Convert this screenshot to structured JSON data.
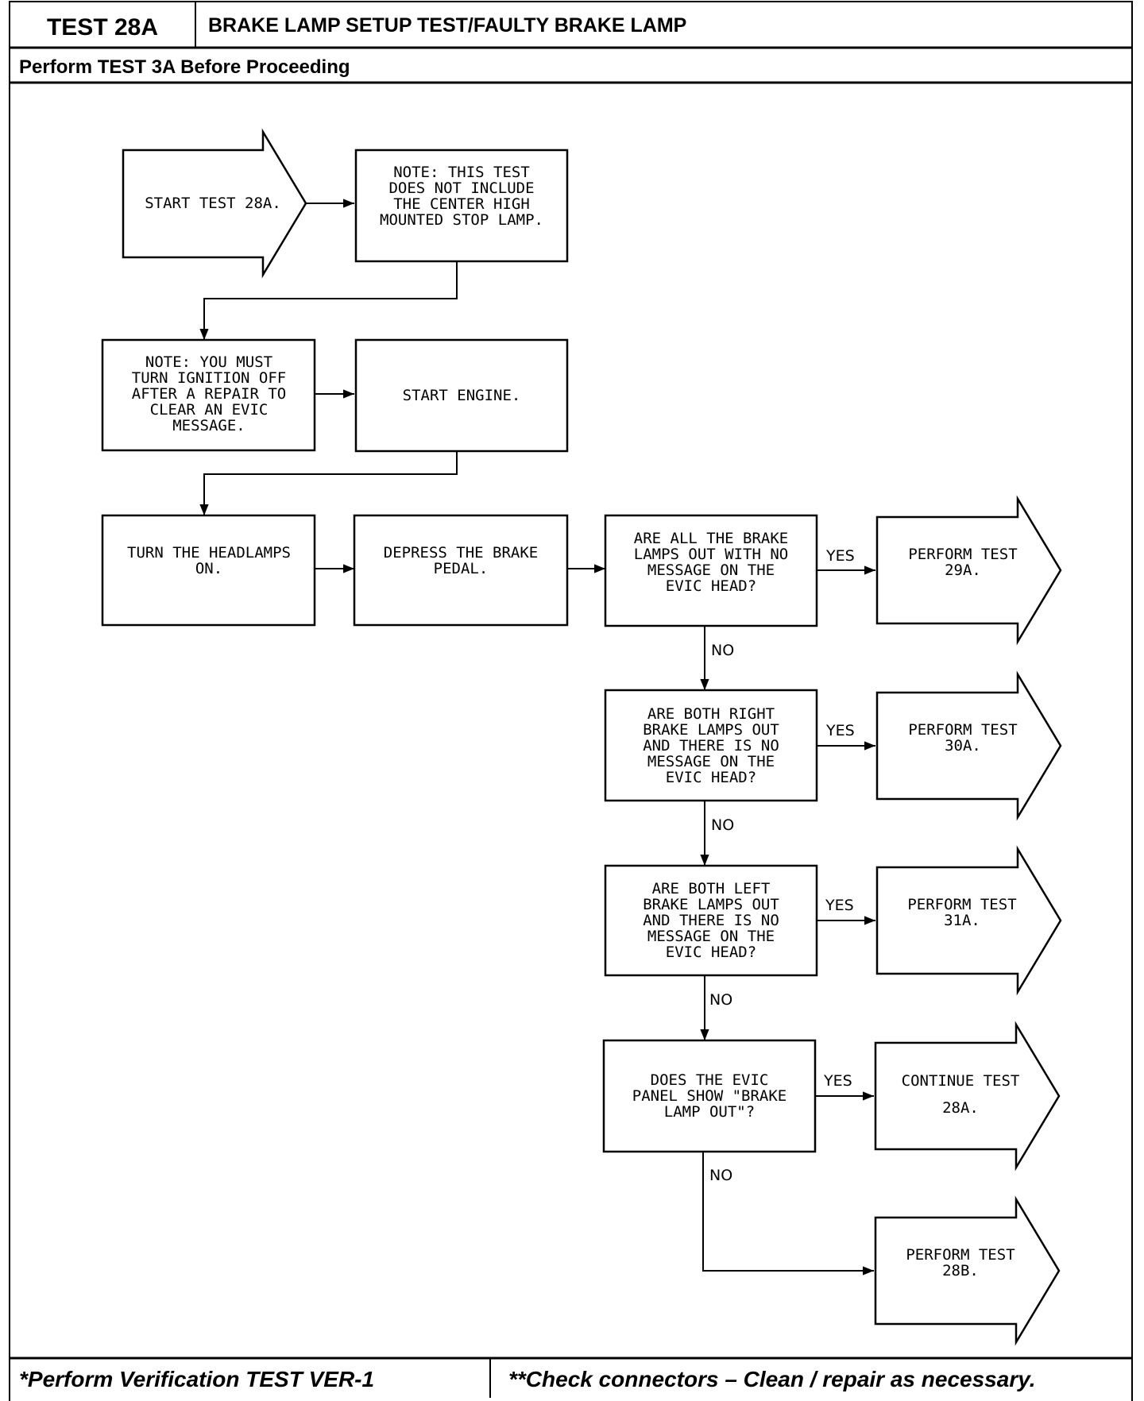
{
  "header": {
    "test_id": "TEST 28A",
    "title": "BRAKE LAMP SETUP TEST/FAULTY BRAKE LAMP",
    "subtitle": "Perform TEST 3A Before Proceeding"
  },
  "footer": {
    "left": "*Perform Verification TEST VER-1",
    "right": "**Check connectors – Clean / repair as necessary."
  },
  "nodes": {
    "start": [
      "START TEST 28A."
    ],
    "note1": [
      "NOTE: THIS TEST",
      "DOES NOT INCLUDE",
      "THE CENTER HIGH",
      "MOUNTED STOP LAMP."
    ],
    "note2": [
      "NOTE: YOU MUST",
      "TURN IGNITION OFF",
      "AFTER A REPAIR TO",
      "CLEAR AN EVIC",
      "MESSAGE."
    ],
    "start_engine": [
      "START ENGINE."
    ],
    "headlamps": [
      "TURN THE HEADLAMPS",
      "ON."
    ],
    "depress": [
      "DEPRESS THE BRAKE",
      "PEDAL."
    ],
    "q1": [
      "ARE ALL THE BRAKE",
      "LAMPS OUT WITH NO",
      "MESSAGE ON THE",
      "EVIC HEAD?"
    ],
    "q2": [
      "ARE BOTH RIGHT",
      "BRAKE LAMPS OUT",
      "AND THERE IS NO",
      "MESSAGE ON THE",
      "EVIC HEAD?"
    ],
    "q3": [
      "ARE BOTH LEFT",
      "BRAKE LAMPS OUT",
      "AND THERE IS NO",
      "MESSAGE ON THE",
      "EVIC HEAD?"
    ],
    "q4": [
      "DOES THE EVIC",
      "PANEL SHOW \"BRAKE",
      "LAMP OUT\"?"
    ],
    "r1": [
      "PERFORM TEST",
      "29A."
    ],
    "r2": [
      "PERFORM TEST",
      "30A."
    ],
    "r3": [
      "PERFORM TEST",
      "31A."
    ],
    "r4": [
      "CONTINUE TEST",
      "28A."
    ],
    "r5": [
      "PERFORM TEST",
      "28B."
    ]
  },
  "labels": {
    "yes": "YES",
    "no": "NO"
  }
}
